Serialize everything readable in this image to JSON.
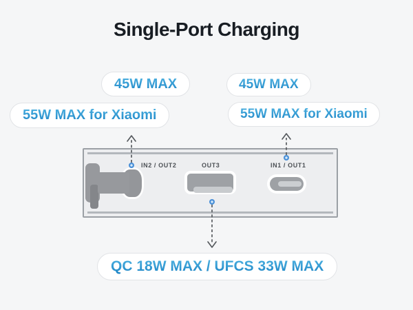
{
  "title": "Single-Port Charging",
  "callouts": {
    "left_top": "45W MAX",
    "left_bottom": "55W MAX for Xiaomi",
    "right_top": "45W MAX",
    "right_bottom": "55W MAX for Xiaomi",
    "bottom": "QC 18W MAX / UFCS 33W MAX"
  },
  "device": {
    "ports": [
      {
        "id": "in2-out2",
        "label": "IN2 / OUT2",
        "type": "usb-c-with-built-in-cable"
      },
      {
        "id": "out3",
        "label": "OUT3",
        "type": "usb-a"
      },
      {
        "id": "in1-out1",
        "label": "IN1 / OUT1",
        "type": "usb-c"
      }
    ]
  },
  "colors": {
    "accent_blue": "#2395d2",
    "blue_gradient_top": "#4fb3e2",
    "blue_gradient_bottom": "#1a82c4",
    "background": "#f5f6f7",
    "title_text": "#181d23"
  }
}
